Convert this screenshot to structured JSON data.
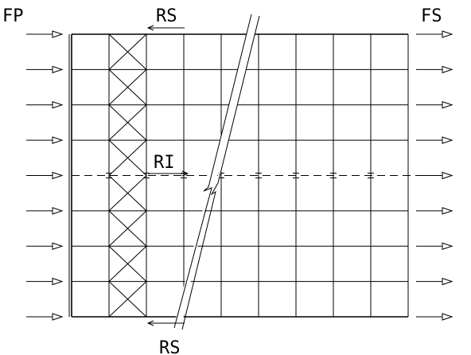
{
  "labels": {
    "fp": "FP",
    "fs": "FS",
    "rs_top": "RS",
    "rs_bottom": "RS",
    "ri": "RI"
  },
  "grid": {
    "columns": 9,
    "rows": 8,
    "braced_column_index": 1,
    "section_line_row": 4
  },
  "left_arrow_count": 9,
  "right_arrow_count": 9
}
